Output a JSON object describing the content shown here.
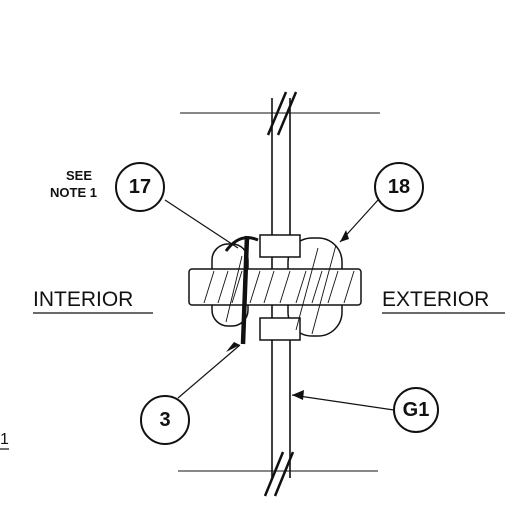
{
  "labels": {
    "see": "SEE",
    "note": "NOTE 1",
    "interior": "INTERIOR",
    "exterior": "EXTERIOR",
    "edge_mark": "1"
  },
  "callouts": {
    "c17": "17",
    "c18": "18",
    "c3": "3",
    "cG1": "G1"
  },
  "colors": {
    "ink": "#111111",
    "background": "#ffffff"
  }
}
